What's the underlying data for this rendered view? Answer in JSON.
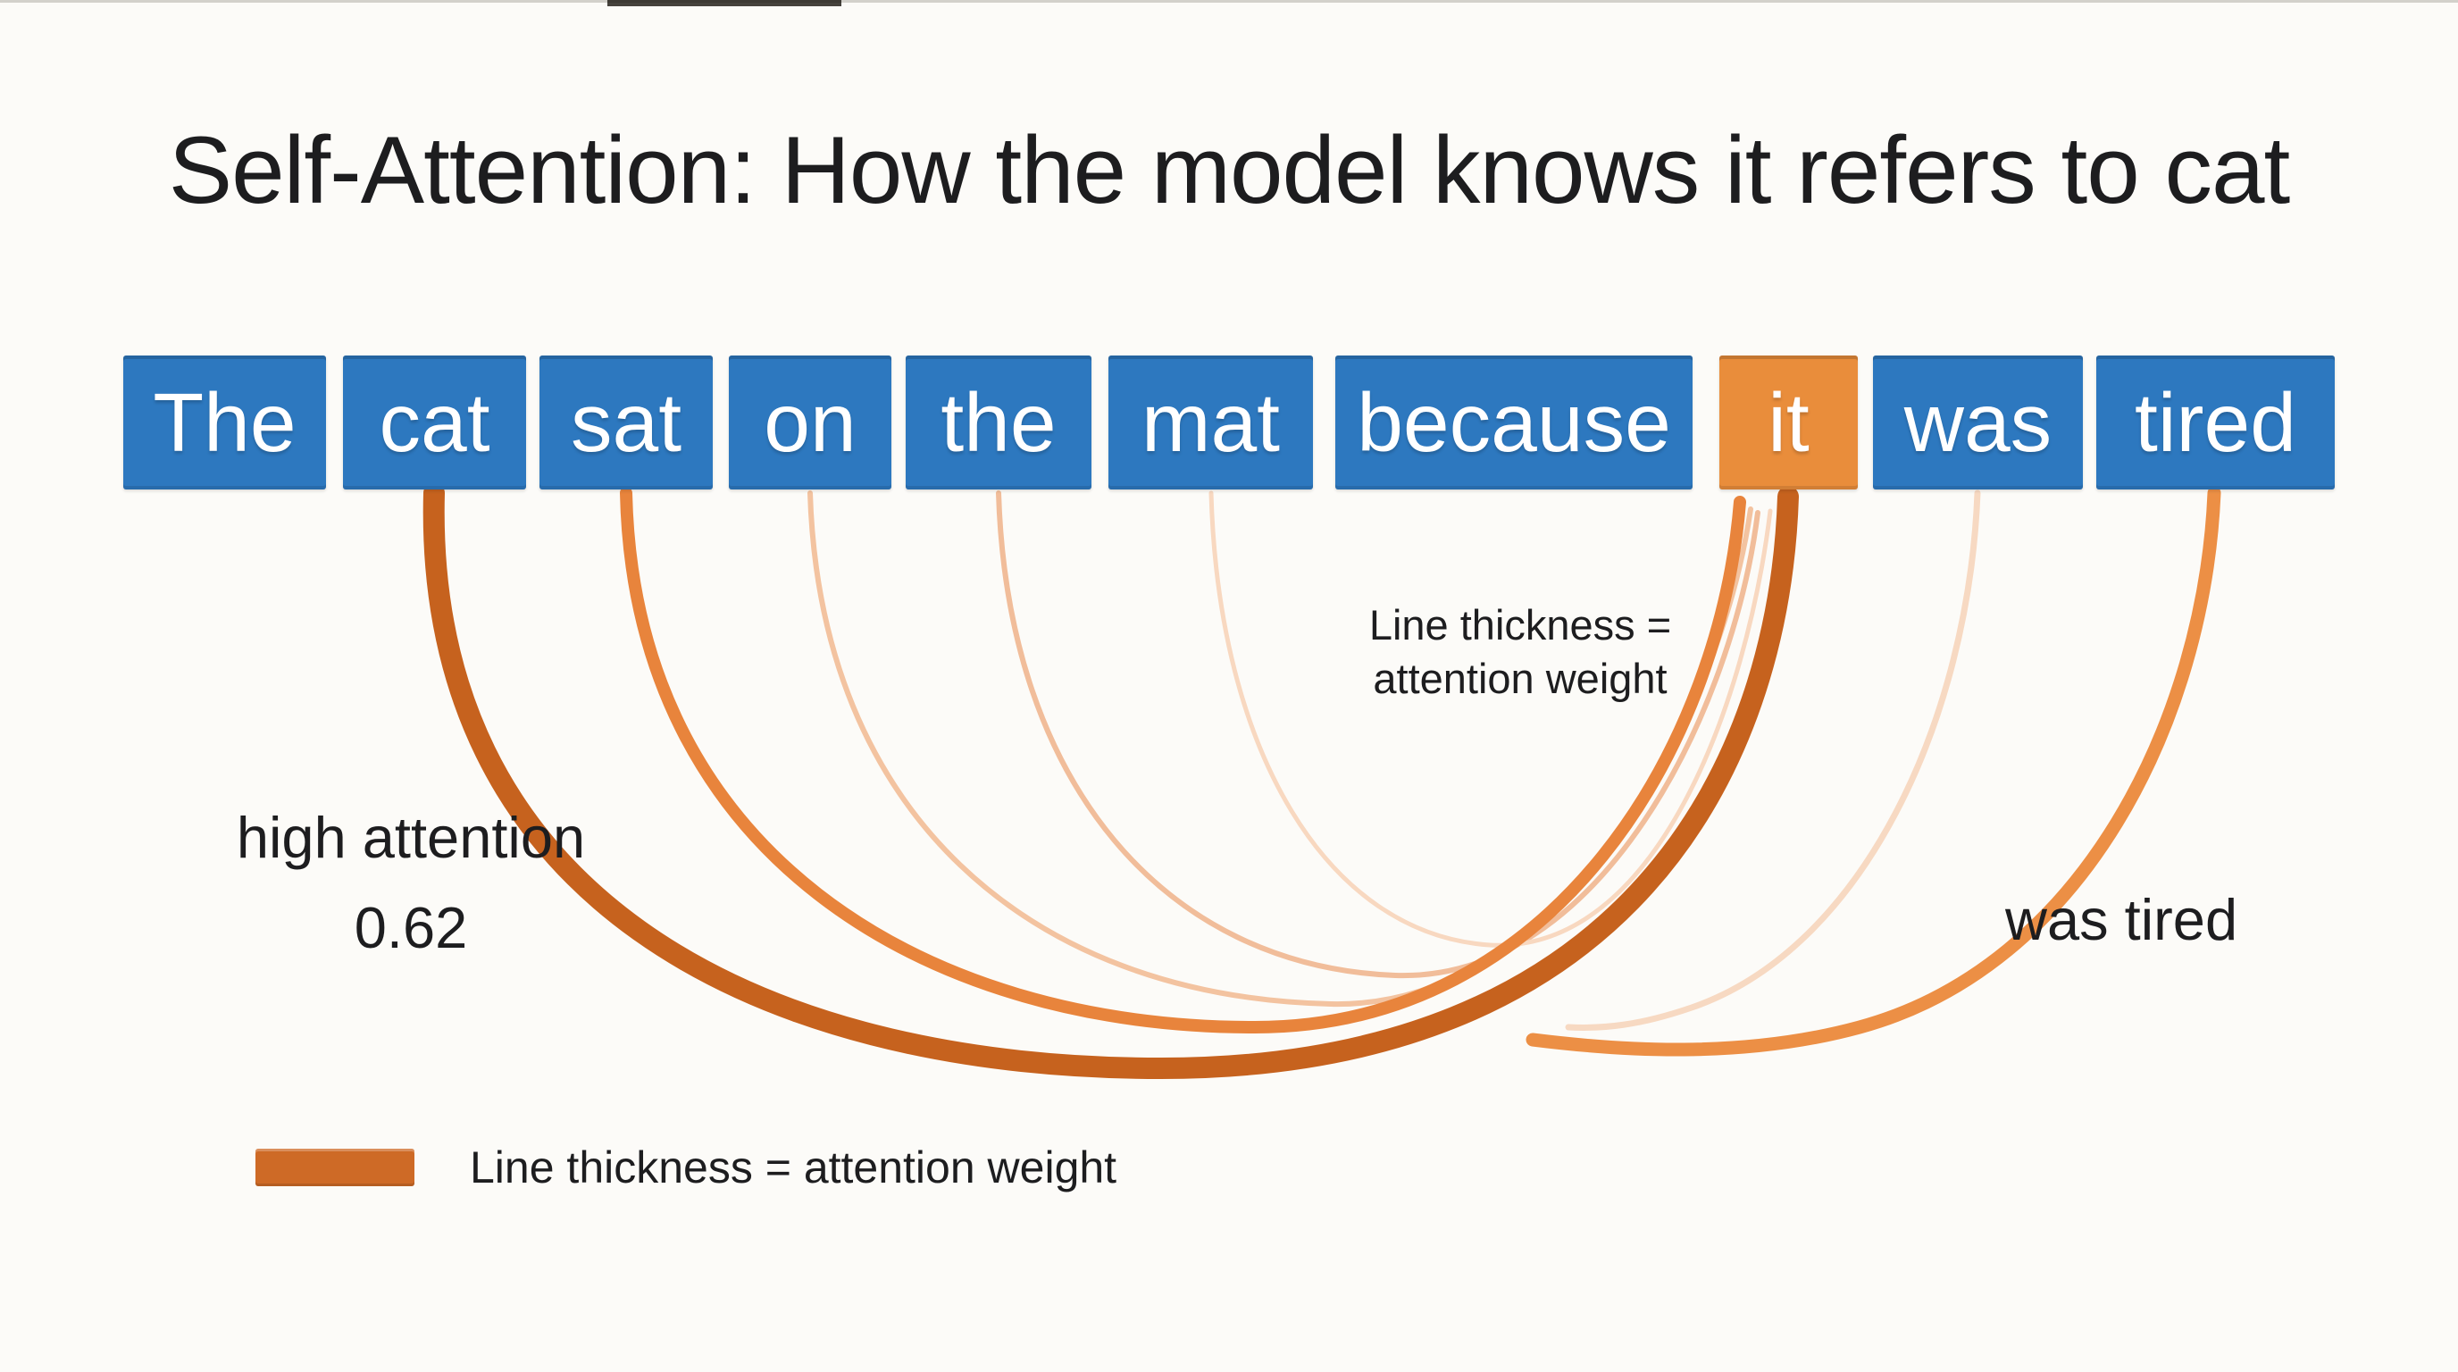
{
  "title": "Self-Attention: How the model knows it refers to cat",
  "sentence": "The cat sat on the mat because it was tired",
  "tokens": [
    {
      "text": "The",
      "role": "context"
    },
    {
      "text": "cat",
      "role": "referent"
    },
    {
      "text": "sat",
      "role": "context"
    },
    {
      "text": "on",
      "role": "context"
    },
    {
      "text": "the",
      "role": "context"
    },
    {
      "text": "mat",
      "role": "context"
    },
    {
      "text": "because",
      "role": "context"
    },
    {
      "text": "it",
      "role": "query"
    },
    {
      "text": "was",
      "role": "context"
    },
    {
      "text": "tired",
      "role": "context"
    }
  ],
  "annotations": {
    "arc_note_line1": "Line thickness =",
    "arc_note_line2": "attention weight",
    "high_attention_line1": "high attention",
    "high_attention_line2": "0.62",
    "right_note": "was tired",
    "legend_label": "Line thickness = attention weight"
  },
  "arcs": [
    {
      "from": "on",
      "to": "it",
      "weight_label": "",
      "thickness": 6,
      "color": "#f3c3a0"
    },
    {
      "from": "the",
      "to": "it",
      "weight_label": "",
      "thickness": 6,
      "color": "#f1bd9a"
    },
    {
      "from": "mat",
      "to": "it",
      "weight_label": "",
      "thickness": 5,
      "color": "#f8d8c0"
    },
    {
      "from": "was",
      "to": "it",
      "weight_label": "",
      "thickness": 7,
      "color": "#f7d9c2"
    },
    {
      "from": "sat",
      "to": "it",
      "weight_label": "",
      "thickness": 14,
      "color": "#e8843c"
    },
    {
      "from": "tired",
      "to": "it",
      "weight_label": "",
      "thickness": 15,
      "color": "#ec8f45"
    },
    {
      "from": "cat",
      "to": "it",
      "weight_label": "0.62",
      "thickness": 24,
      "color": "#c6621e"
    }
  ],
  "colors": {
    "background": "#fcfbf8",
    "token_blue": "#2d78bf",
    "token_orange": "#e98d3b",
    "token_text": "#ffffff",
    "label_text": "#1d1d1f",
    "legend_swatch": "#ce6a26"
  }
}
